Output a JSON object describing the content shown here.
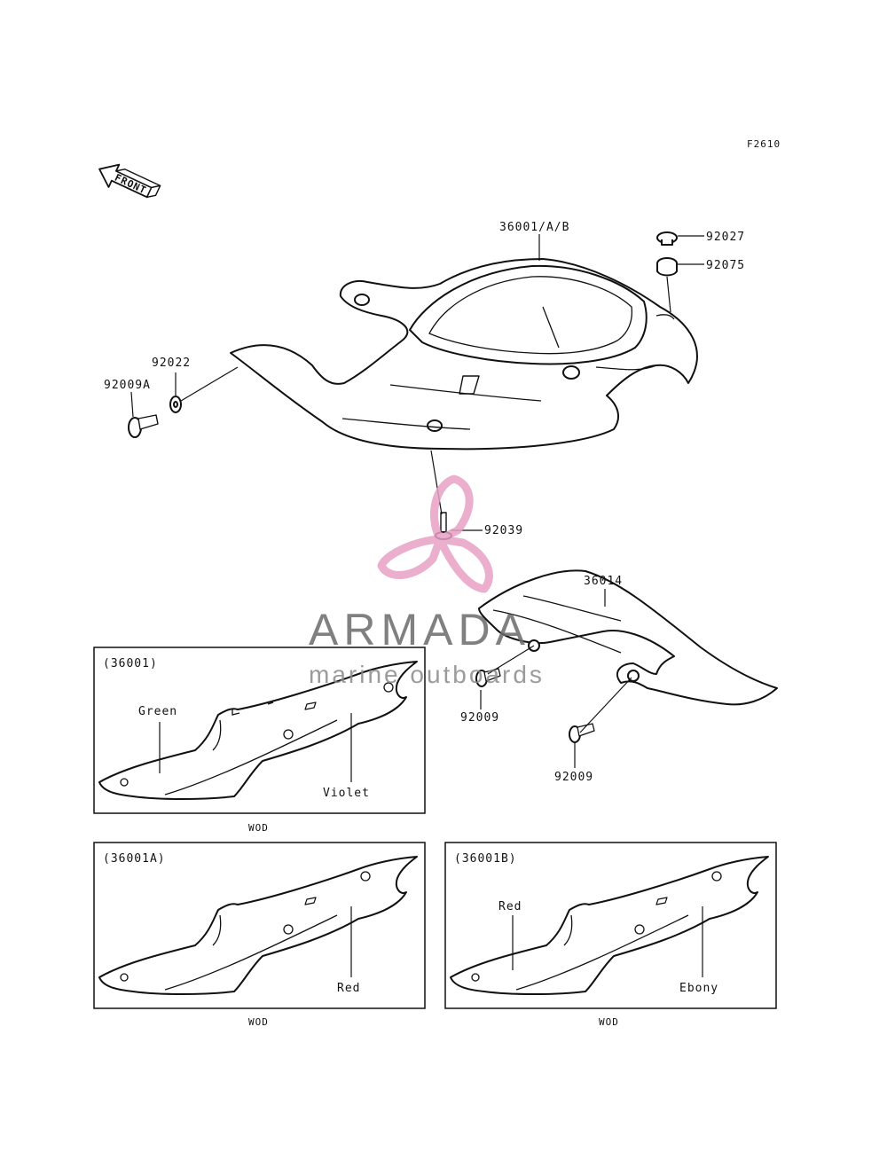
{
  "figure_code": "F2610",
  "front_arrow_label": "FRONT",
  "callouts": {
    "seat_cover": "36001/A/B",
    "cap": "92027",
    "damper": "92075",
    "washer": "92022",
    "bolt_left": "92009A",
    "clip": "92039",
    "side_cover": "36014",
    "bolt_upper": "92009",
    "bolt_lower": "92009"
  },
  "variants": [
    {
      "part": "(36001)",
      "colors": [
        "Green",
        "Violet"
      ],
      "note": "WOD"
    },
    {
      "part": "(36001A)",
      "colors": [
        "Red"
      ],
      "note": "WOD"
    },
    {
      "part": "(36001B)",
      "colors": [
        "Red",
        "Ebony"
      ],
      "note": "WOD"
    }
  ],
  "watermark": {
    "brand": "ARMADA",
    "tagline": "marine outboards",
    "color": "#e8a0c4"
  }
}
